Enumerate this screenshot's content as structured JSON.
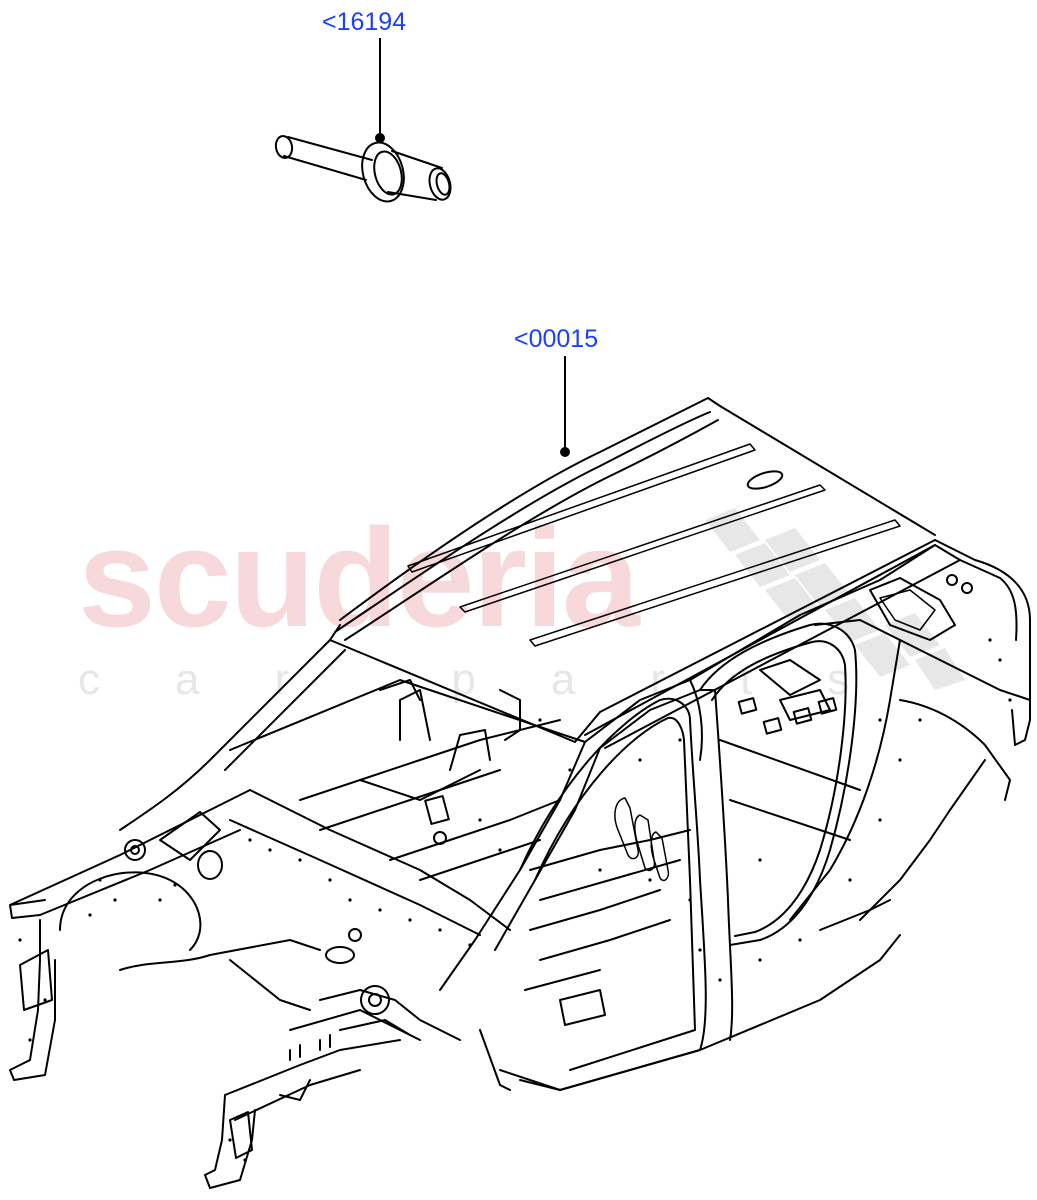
{
  "diagram": {
    "type": "parts-illustration",
    "subject": "Vehicle body shell (body-in-white) with roof panel and pin fastener",
    "line_color": "#000000",
    "background": "#ffffff"
  },
  "callouts": [
    {
      "id": "pin",
      "label": "<16194",
      "color": "#1a3fff",
      "target": "pin-fastener"
    },
    {
      "id": "body",
      "label": "<00015",
      "color": "#1a3fff",
      "target": "body-shell-roof"
    }
  ],
  "watermark": {
    "main_text": "scuderia",
    "sub_text": "car parts",
    "main_color": "#f6d3d6",
    "sub_color": "#e7e7ea",
    "flag_color": "#e3e3e3"
  }
}
